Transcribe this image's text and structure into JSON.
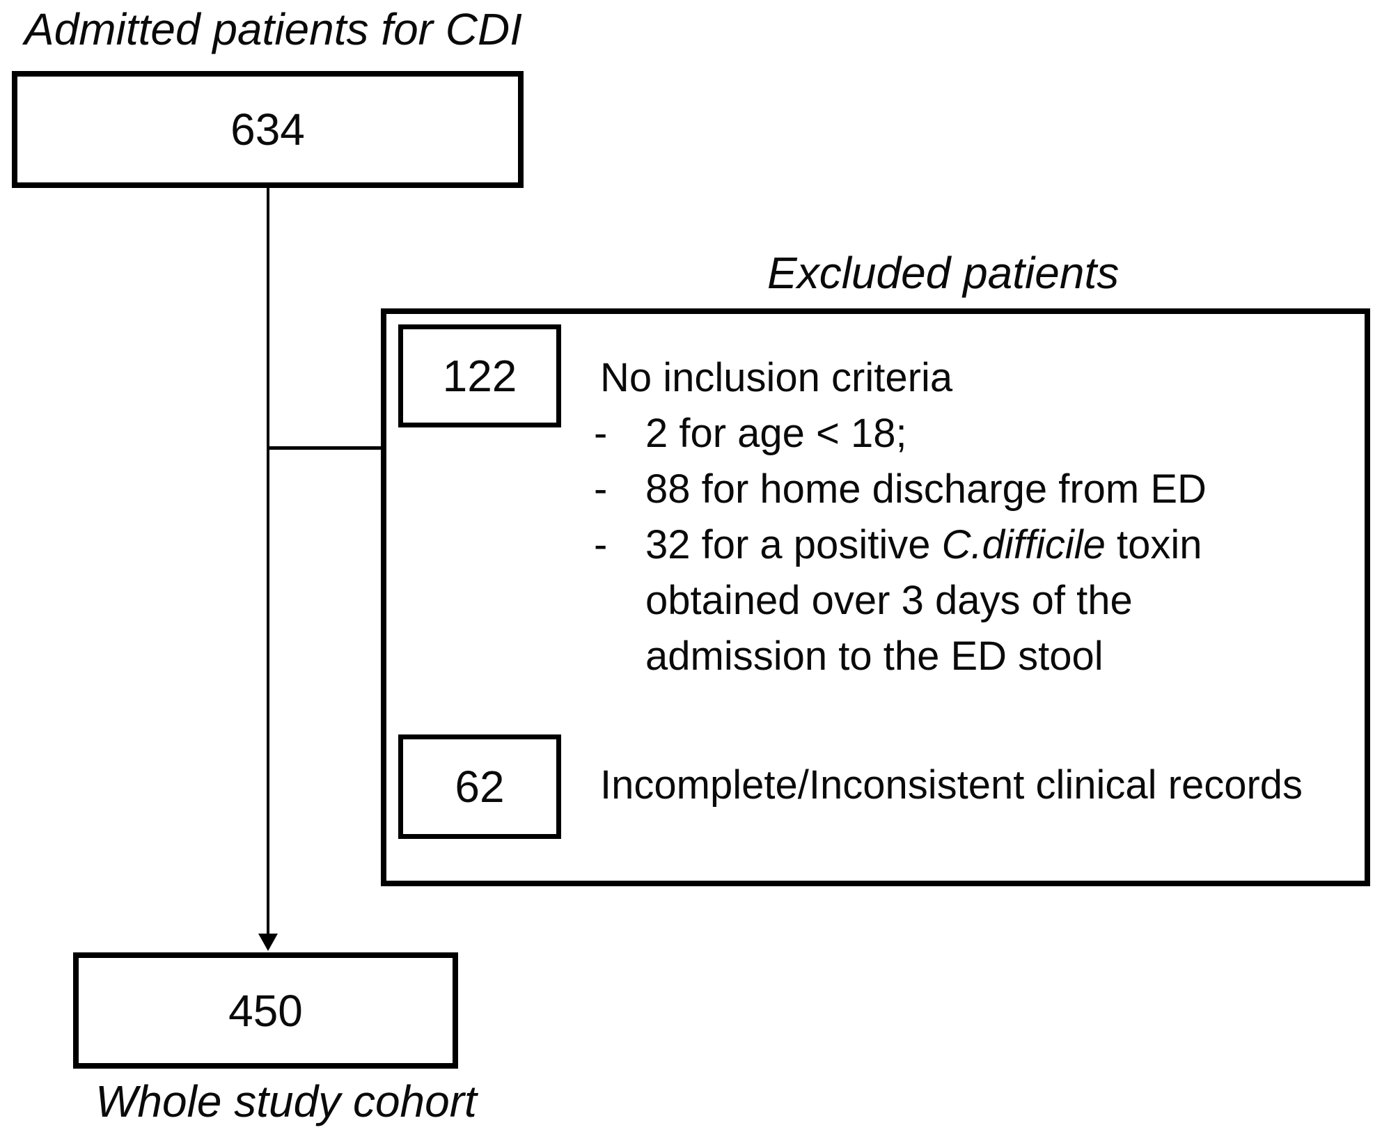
{
  "diagram": {
    "admitted": {
      "label": "Admitted patients for CDI",
      "count": "634"
    },
    "excluded": {
      "label": "Excluded patients",
      "no_inclusion": {
        "count": "122",
        "title": "No inclusion criteria",
        "bullet_marker": "-",
        "items": [
          {
            "text": "2 for age < 18;"
          },
          {
            "text": "88 for home discharge from ED"
          },
          {
            "prefix": "32 for a positive ",
            "italic": "C.difficile",
            "suffix": " toxin",
            "lines": [
              "obtained over 3 days of the",
              "admission to the ED stool"
            ]
          }
        ]
      },
      "incomplete": {
        "count": "62",
        "text": "Incomplete/Inconsistent clinical records"
      }
    },
    "cohort": {
      "count": "450",
      "label": "Whole study cohort"
    }
  },
  "colors": {
    "line": "#000000",
    "background": "#ffffff",
    "text": "#0a0a0a"
  }
}
